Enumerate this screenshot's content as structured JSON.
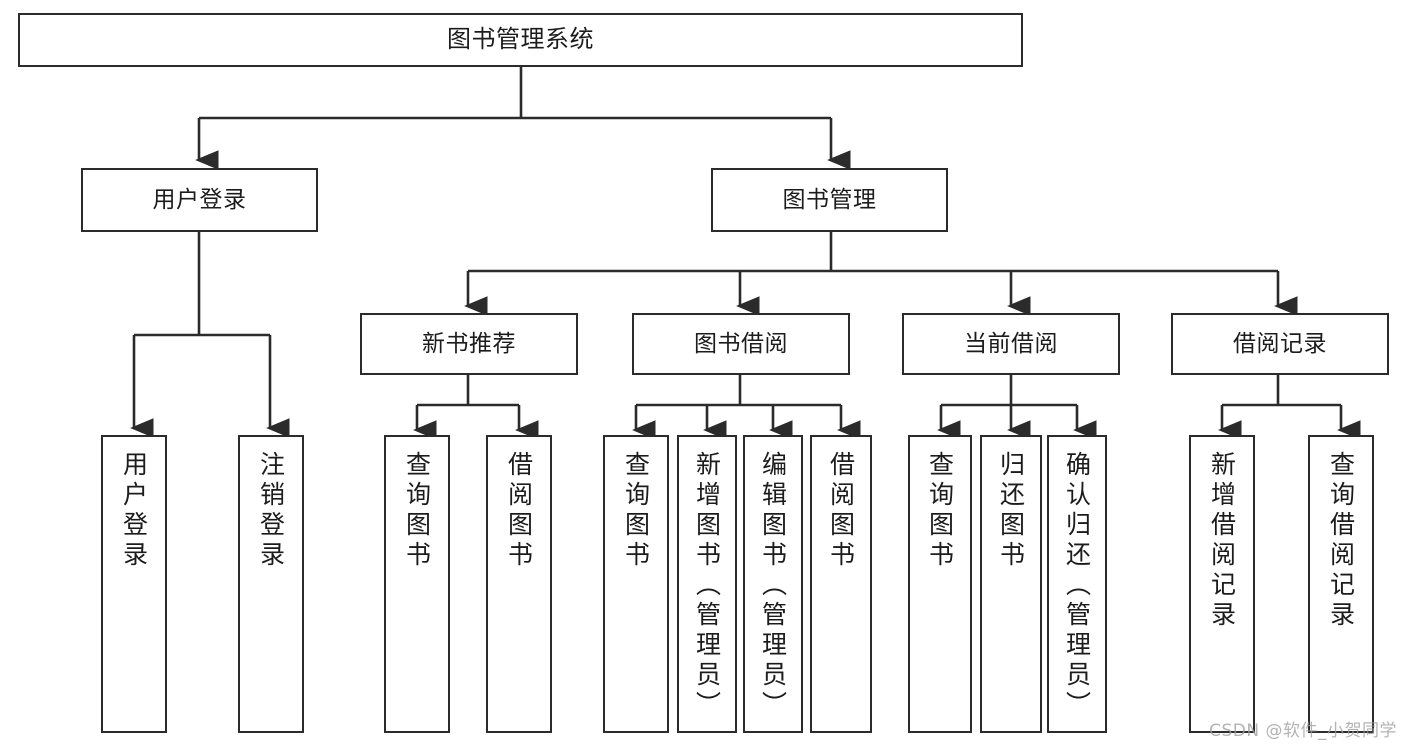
{
  "diagram": {
    "title": "图书管理系统",
    "watermark": "CSDN @软件_小贺同学",
    "colors": {
      "stroke": "#2b2b2b",
      "fill": "#ffffff",
      "text": "#1c1c1c",
      "watermark": "#9e9e9e"
    },
    "levels": {
      "root": "图书管理系统",
      "level2": [
        "用户登录",
        "图书管理"
      ],
      "level3": [
        "新书推荐",
        "图书借阅",
        "当前借阅",
        "借阅记录"
      ]
    },
    "nodes": {
      "root": {
        "label": "图书管理系统"
      },
      "user_login": {
        "label": "用户登录"
      },
      "book_manage": {
        "label": "图书管理"
      },
      "new_book_rec": {
        "label": "新书推荐"
      },
      "book_borrow": {
        "label": "图书借阅"
      },
      "current_borrow": {
        "label": "当前借阅"
      },
      "borrow_record": {
        "label": "借阅记录"
      },
      "leaf_user_login": {
        "label": "用户登录"
      },
      "leaf_user_logout": {
        "label": "注销登录"
      },
      "leaf_query_book_1": {
        "label": "查询图书"
      },
      "leaf_borrow_book_1": {
        "label": "借阅图书"
      },
      "leaf_query_book_2": {
        "label": "查询图书"
      },
      "leaf_add_book": {
        "label": "新增图书（管理员）"
      },
      "leaf_edit_book": {
        "label": "编辑图书（管理员）"
      },
      "leaf_borrow_book_2": {
        "label": "借阅图书"
      },
      "leaf_query_book_3": {
        "label": "查询图书"
      },
      "leaf_return_book": {
        "label": "归还图书"
      },
      "leaf_confirm_return": {
        "label": "确认归还（管理员）"
      },
      "leaf_add_record": {
        "label": "新增借阅记录"
      },
      "leaf_query_record": {
        "label": "查询借阅记录"
      }
    }
  }
}
